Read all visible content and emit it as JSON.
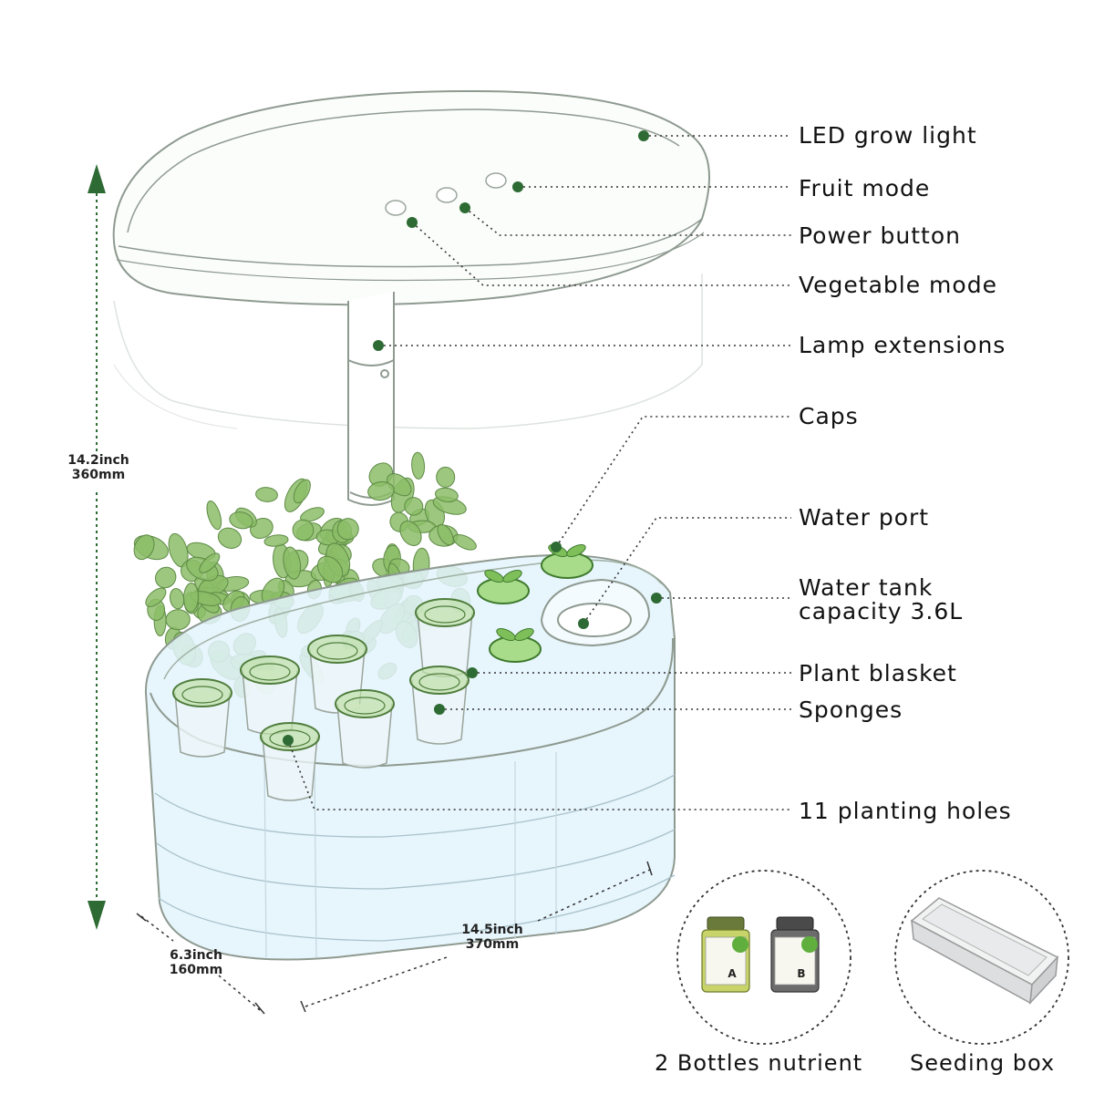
{
  "callouts": {
    "led": "LED grow light",
    "fruit": "Fruit mode",
    "power": "Power button",
    "vegetable": "Vegetable mode",
    "lamp": "Lamp extensions",
    "caps": "Caps",
    "water_port": "Water port",
    "tank_line1": "Water tank",
    "tank_line2": "capacity 3.6L",
    "basket": "Plant blasket",
    "sponges": "Sponges",
    "holes": "11 planting holes"
  },
  "dimensions": {
    "height_in": "14.2inch",
    "height_mm": "360mm",
    "depth_in": "6.3inch",
    "depth_mm": "160mm",
    "width_in": "14.5inch",
    "width_mm": "370mm"
  },
  "accessories": {
    "nutrient": "2 Bottles nutrient",
    "seeding": "Seeding box",
    "bottle_a": "A",
    "bottle_b": "B"
  },
  "colors": {
    "accent": "#2e6b34",
    "leaf": "#8cbd67",
    "tank": "#e3f3fb",
    "outline": "#8e9a90"
  }
}
